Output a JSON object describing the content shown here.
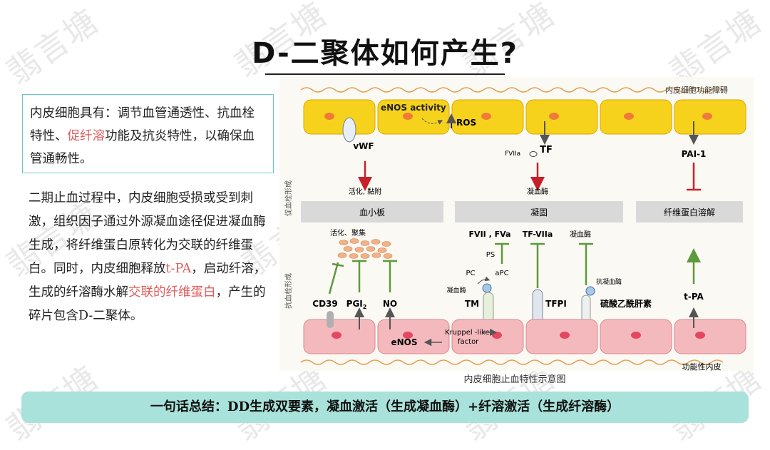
{
  "title": "D-二聚体如何产生?",
  "intro": {
    "part1": "内皮细胞具有：调节血管通透性、抗血栓特性、",
    "highlight": "促纤溶",
    "part2": "功能及抗炎特性，以确保血管通畅性。"
  },
  "paragraph": {
    "part1": "二期止血过程中，内皮细胞受损或受到刺激，组织因子通过外源凝血途径促进凝血酶生成，将纤维蛋白原转化为交联的纤维蛋白。同时，内皮细胞释放",
    "tpa": "t-PA",
    "part2": "，启动纤溶，生成的纤溶酶水解",
    "fibrin": "交联的纤维蛋白",
    "part3": "，产生的碎片包含D-二聚体。"
  },
  "figure": {
    "caption": "内皮细胞止血特性示意图",
    "labels": {
      "top_dysfunction": "内皮细胞功能障碍",
      "bottom_functional": "功能性内皮",
      "side_pro": "促血栓形成",
      "side_anti": "抗血栓形成",
      "enos_activity": "eNOS activity",
      "ros": "ROS",
      "vwf": "vWF",
      "fviia": "FVIIa",
      "tf": "TF",
      "pai1": "PAI-1",
      "activate_adhere": "活化, 黏附",
      "thrombin1": "凝血酶",
      "platelet": "血小板",
      "coagulation": "凝固",
      "fibrinolysis": "纤维蛋白溶解",
      "activate_aggregate": "活化、聚集",
      "fvii_fva": "FVII , FVa",
      "tf_viia": "TF-VIIa",
      "thrombin2": "凝血酶",
      "ps": "PS",
      "pc": "PC",
      "apc": "aPC",
      "thrombin3": "凝血酶",
      "antithrombin": "抗凝血酶",
      "cd39": "CD39",
      "pgi2": "PGI",
      "pgi2_sub": "2",
      "no": "NO",
      "tm": "TM",
      "tfpi": "TFPI",
      "heparan": "硫酸乙酰肝素",
      "tpa": "t-PA",
      "enos": "eNOS",
      "kruppel1": "Kruppel -like",
      "kruppel2": "factor"
    }
  },
  "summary": "一句话总结：DD生成双要素，凝血激活（生成凝血酶）+纤溶激活（生成纤溶酶）",
  "watermark": "翡言塘",
  "colors": {
    "accent": "#6cc7c2",
    "highlight": "#e15b5b",
    "summary_bg": "#a9e2da",
    "yellow_cell": "#f7d21c",
    "pink_cell": "#f4b9bd",
    "red_arrow": "#c8202a",
    "green_arrow": "#5c9a3c"
  }
}
